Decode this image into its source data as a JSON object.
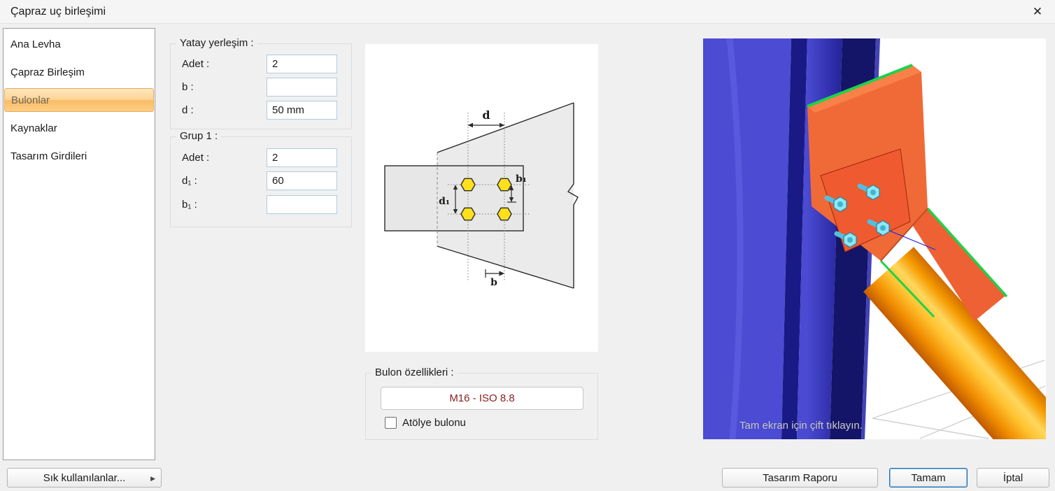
{
  "window": {
    "title": "Çapraz uç birleşimi",
    "close_icon": "✕"
  },
  "sidebar": {
    "items": [
      {
        "label": "Ana Levha"
      },
      {
        "label": "Çapraz Birleşim"
      },
      {
        "label": "Bulonlar"
      },
      {
        "label": "Kaynaklar"
      },
      {
        "label": "Tasarım Girdileri"
      }
    ],
    "selected": "Bulonlar"
  },
  "horizontal_group": {
    "title": "Yatay yerleşim :",
    "fields": [
      {
        "label": "Adet :",
        "value": "2"
      },
      {
        "label": "b :",
        "value": ""
      },
      {
        "label": "d :",
        "value": "50 mm"
      }
    ]
  },
  "group1": {
    "title": "Grup 1 :",
    "fields": [
      {
        "label": "Adet :",
        "value": "2"
      },
      {
        "label": "d₁ :",
        "value": "60"
      },
      {
        "label": "b₁ :",
        "value": ""
      }
    ]
  },
  "diagram": {
    "labels": {
      "d": "d",
      "b1": "b₁",
      "d1": "d₁",
      "b": "b"
    }
  },
  "bolt_group": {
    "title": "Bulon özellikleri :",
    "bolt_button": "M16 - ISO 8.8",
    "checkbox_label": "Atölye bulonu",
    "checkbox_checked": false
  },
  "preview": {
    "hint": "Tam ekran için çift tıklayın."
  },
  "footer": {
    "favorites": "Sık kullanılanlar...",
    "favorites_arrow": "▶",
    "report": "Tasarım Raporu",
    "ok": "Tamam",
    "cancel": "İptal"
  },
  "colors": {
    "selected_item_orange": "#fcbd63",
    "input_border": "#afcbe3",
    "default_button_border": "#1f6db3",
    "bolt_button_text": "#8b1d1d",
    "diagram_bolt_yellow": "#ffe01a",
    "preview_column_blue": "#4b4bd4",
    "preview_plate_orange": "#f06a38",
    "preview_tube_yellow": "#ffc432",
    "preview_edge_green": "#1ed24a",
    "preview_bolt_cyan": "#8fe7f3"
  }
}
